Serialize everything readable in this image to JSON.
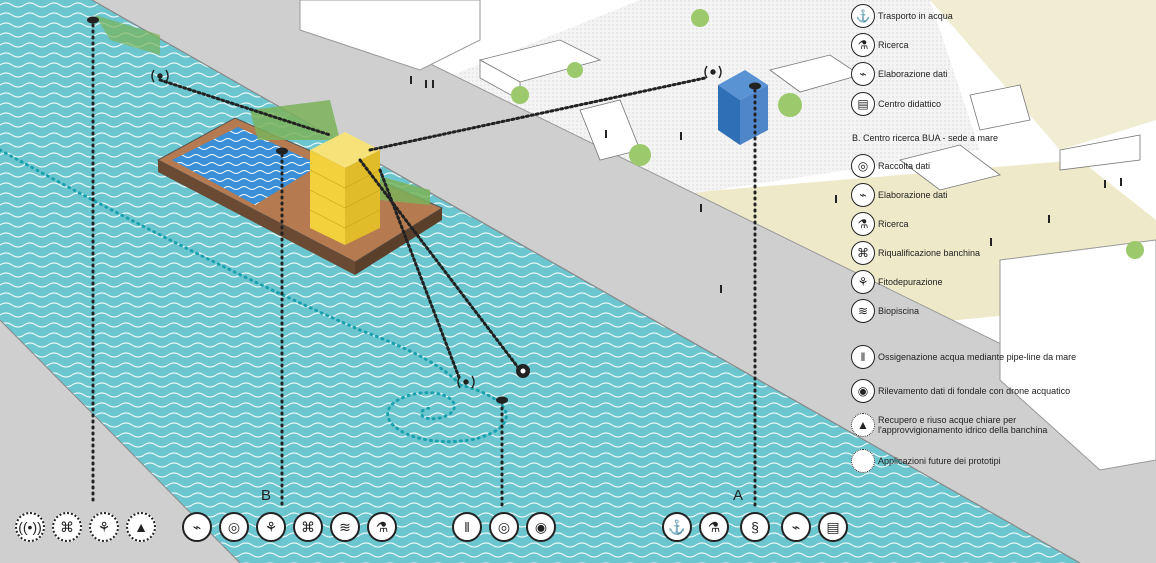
{
  "legend": {
    "a_items": [
      {
        "icon": "boat-icon",
        "glyph": "⚓",
        "label": "Trasporto in acqua"
      },
      {
        "icon": "flask-icon",
        "glyph": "⚗",
        "label": "Ricerca"
      },
      {
        "icon": "antenna-icon",
        "glyph": "⌁",
        "label": "Elaborazione dati"
      },
      {
        "icon": "board-icon",
        "glyph": "▤",
        "label": "Centro didattico"
      }
    ],
    "b_heading": "B. Centro ricerca BUA - sede a mare",
    "b_items": [
      {
        "icon": "signal-icon",
        "glyph": "◎",
        "label": "Raccolta dati"
      },
      {
        "icon": "antenna-icon",
        "glyph": "⌁",
        "label": "Elaborazione dati"
      },
      {
        "icon": "flask-icon",
        "glyph": "⚗",
        "label": "Ricerca"
      },
      {
        "icon": "quay-icon",
        "glyph": "⌘",
        "label": "Riqualificazione banchina"
      },
      {
        "icon": "plant-icon",
        "glyph": "⚘",
        "label": "Fitodepurazione"
      },
      {
        "icon": "swimmer-icon",
        "glyph": "≋",
        "label": "Biopiscina"
      }
    ],
    "c_items": [
      {
        "icon": "oxygen-tanks-icon",
        "glyph": "‖",
        "label": "Ossigenazione acqua mediante pipe-line da mare"
      },
      {
        "icon": "drone-icon",
        "glyph": "◉",
        "label": "Rilevamento dati di fondale con drone acquatico"
      },
      {
        "icon": "water-drop-icon",
        "glyph": "▲",
        "label": "Recupero e riuso acque chiare per l'approvvigionamento idrico della banchina"
      },
      {
        "icon": "future-icon",
        "glyph": "",
        "label": "Applicazioni future dei prototipi"
      }
    ]
  },
  "markers": {
    "a": "A",
    "b": "B"
  },
  "bottom_groups": {
    "future": [
      "signal-icon",
      "quay-icon",
      "plant-icon",
      "water-drop-icon"
    ],
    "b": [
      "antenna-icon",
      "signal-icon",
      "plant-icon",
      "quay-icon",
      "swimmer-icon",
      "flask-icon"
    ],
    "c": [
      "oxygen-tanks-icon",
      "signal-icon",
      "drone-icon"
    ],
    "a": [
      "boat-icon",
      "flask-icon",
      "sensor-icon",
      "antenna-icon",
      "board-icon"
    ]
  },
  "colors": {
    "water": "#6cc6cf",
    "wave": "#ffffff",
    "quay": "#cfcfcf",
    "tower": "#f2d13d",
    "pool": "#3b8fd6",
    "building_blue": "#2f6fb6",
    "sand": "#eee9c8",
    "green": "#9cc96b",
    "dots": "#222222"
  }
}
